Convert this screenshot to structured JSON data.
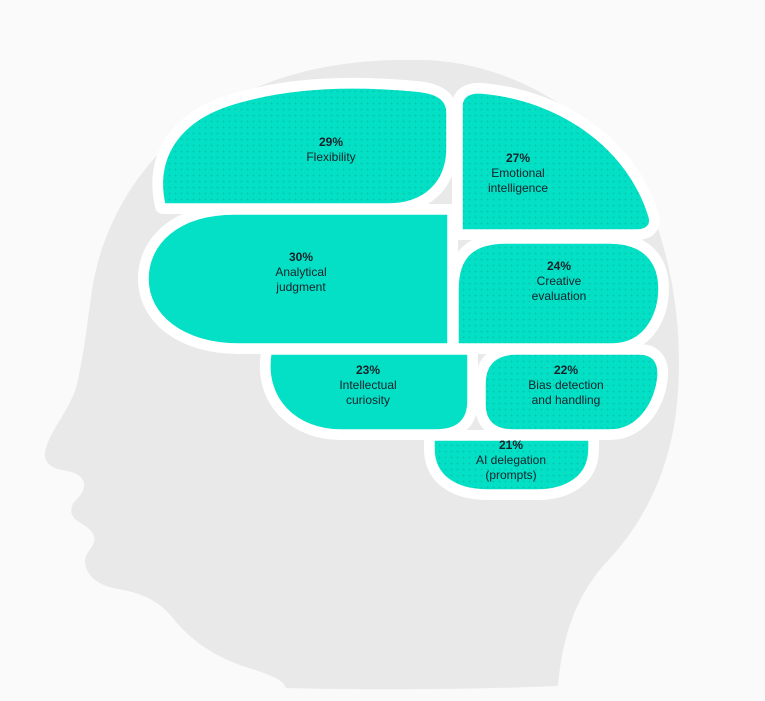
{
  "colors": {
    "background": "#fafafa",
    "head": "#e9e9e9",
    "segment_solid": "#04e0c5",
    "segment_base": "#04e0c5",
    "segment_dot": "#00c9b0",
    "outline": "#ffffff",
    "text": "#14222a"
  },
  "segments": [
    {
      "pct": "29%",
      "label": "Flexibility"
    },
    {
      "pct": "27%",
      "label": "Emotional\nintelligence"
    },
    {
      "pct": "30%",
      "label": "Analytical\njudgment"
    },
    {
      "pct": "24%",
      "label": "Creative\nevaluation"
    },
    {
      "pct": "23%",
      "label": "Intellectual\ncuriosity"
    },
    {
      "pct": "22%",
      "label": "Bias detection\nand handling"
    },
    {
      "pct": "21%",
      "label": "AI delegation\n(prompts)"
    }
  ],
  "chart_data": {
    "type": "pie",
    "variant": "brain-segment-infographic",
    "title": "",
    "unit": "%",
    "legend": false,
    "categories": [
      "Flexibility",
      "Emotional intelligence",
      "Analytical judgment",
      "Creative evaluation",
      "Intellectual curiosity",
      "Bias detection and handling",
      "AI delegation (prompts)"
    ],
    "values": [
      29,
      27,
      30,
      24,
      23,
      22,
      21
    ]
  }
}
